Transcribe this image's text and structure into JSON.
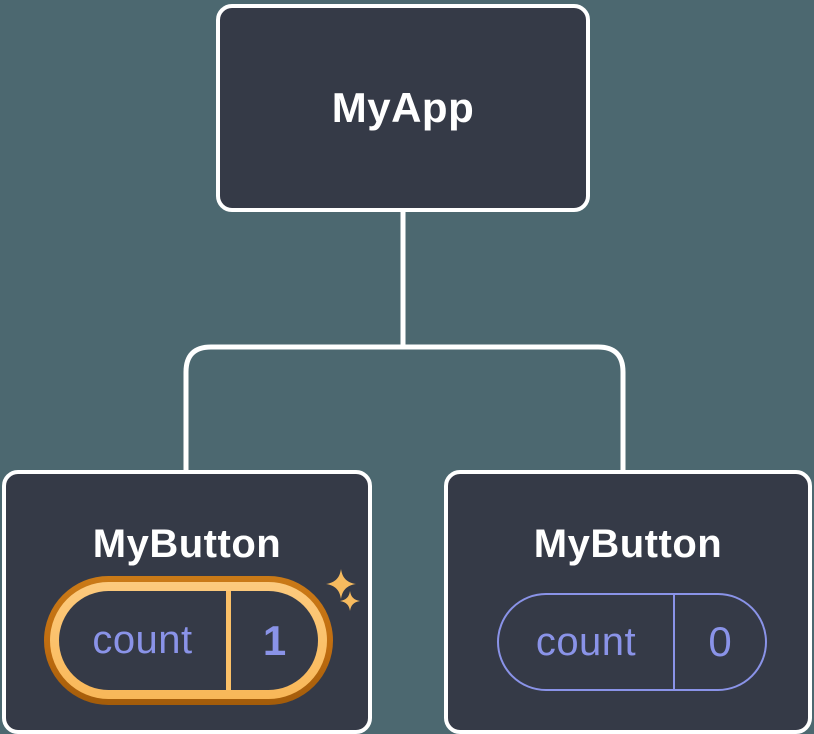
{
  "diagram": {
    "title": "component-state-tree",
    "root": {
      "label": "MyApp"
    },
    "children": [
      {
        "label": "MyButton",
        "state_key": "count",
        "state_value": "1",
        "highlighted": true
      },
      {
        "label": "MyButton",
        "state_key": "count",
        "state_value": "0",
        "highlighted": false
      }
    ]
  },
  "colors": {
    "background": "#4c6870",
    "node_fill": "#353a47",
    "node_border": "#ffffff",
    "node_text": "#ffffff",
    "state_text": "#8a93e8",
    "state_outline": "#8a93e8",
    "highlight_ring_outer": "#c06d10",
    "highlight_ring_inner": "#fbc068",
    "sparkle": "#f7bb5f",
    "connector": "#ffffff"
  },
  "icons": {
    "sparkle": "sparkle-icon"
  }
}
